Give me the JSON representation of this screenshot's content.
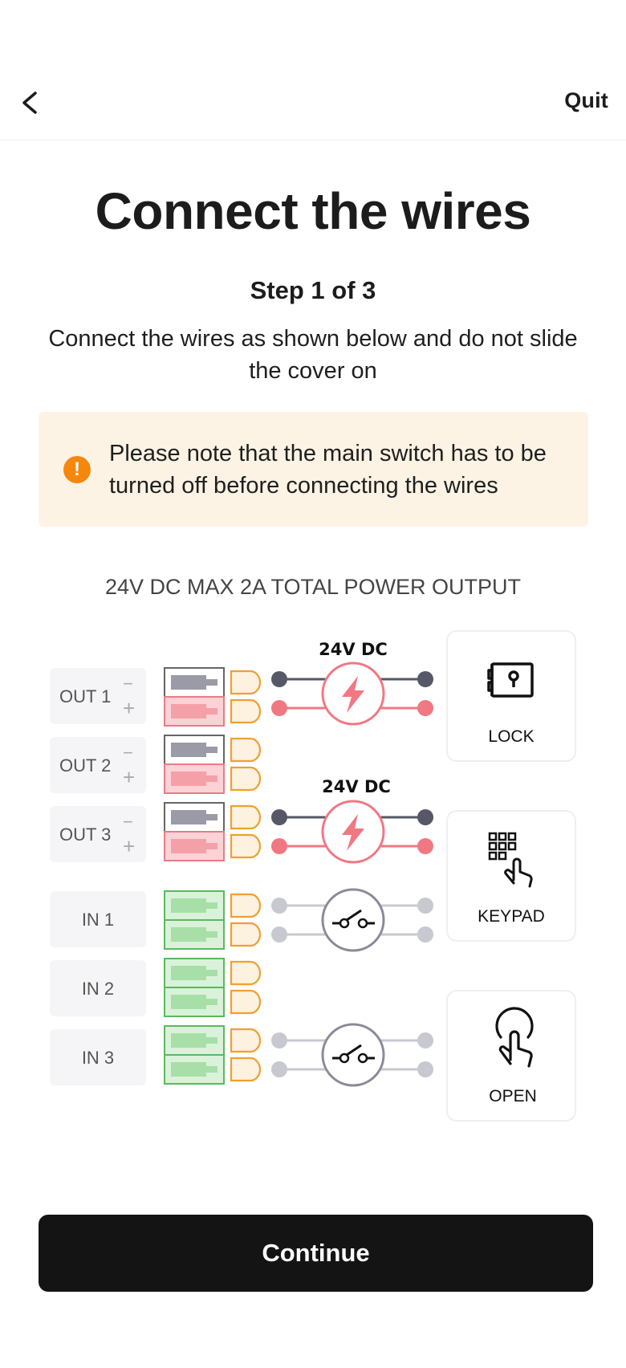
{
  "header": {
    "back_icon": "chevron-left-icon",
    "quit_label": "Quit"
  },
  "title": "Connect the wires",
  "step_label": "Step 1 of 3",
  "description": "Connect the wires as shown below and do not slide the cover on",
  "warning": {
    "icon": "exclamation-icon",
    "text": "Please note that the main switch has to be turned off before connecting the wires",
    "bg_color": "#fdf3e5",
    "icon_color": "#f5870d"
  },
  "power_label": "24V DC MAX 2A TOTAL POWER OUTPUT",
  "diagram": {
    "terminals": [
      {
        "label": "OUT 1",
        "minus": "−",
        "plus": "+"
      },
      {
        "label": "OUT 2",
        "minus": "−",
        "plus": "+"
      },
      {
        "label": "OUT 3",
        "minus": "−",
        "plus": "+"
      },
      {
        "label": "IN 1"
      },
      {
        "label": "IN 2"
      },
      {
        "label": "IN 3"
      }
    ],
    "power_labels": [
      "24V DC",
      "24V DC"
    ],
    "devices": [
      {
        "label": "LOCK",
        "icon": "lock-icon"
      },
      {
        "label": "KEYPAD",
        "icon": "keypad-icon"
      },
      {
        "label": "OPEN",
        "icon": "tap-icon"
      }
    ],
    "colors": {
      "negative_wire": "#565868",
      "positive_wire": "#f07882",
      "input_wire": "#c8c8d0",
      "input_terminal": "#4caf50",
      "connector": "#f0a030"
    }
  },
  "continue_label": "Continue"
}
